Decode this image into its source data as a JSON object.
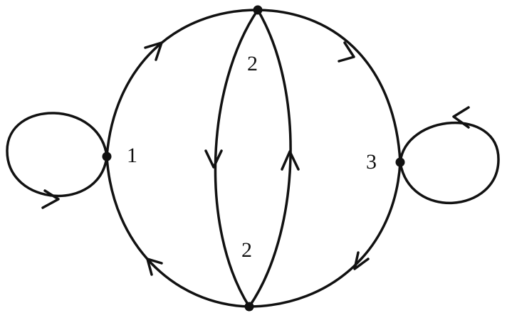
{
  "diagram": {
    "vertex_labels": {
      "v1": "1",
      "v3": "3",
      "top": "2",
      "bottom": "2"
    }
  }
}
